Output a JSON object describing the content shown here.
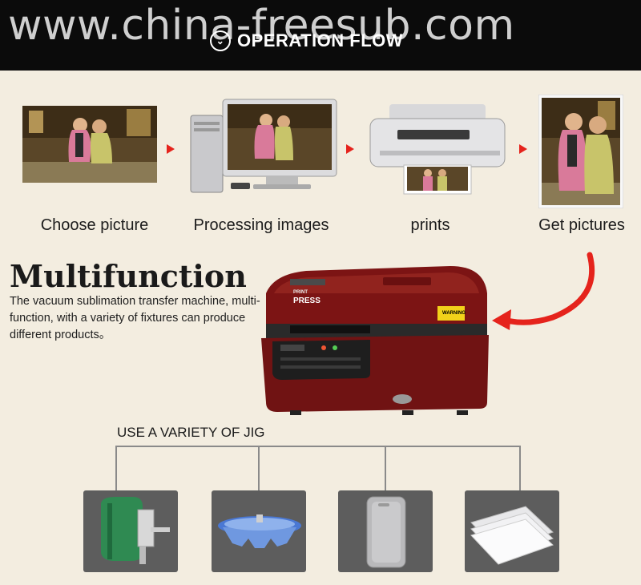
{
  "watermark": "www.china-freesub.com",
  "section_title": "OPERATION FLOW",
  "flow_steps": [
    {
      "label": "Choose picture"
    },
    {
      "label": "Processing images"
    },
    {
      "label": "prints"
    },
    {
      "label": "Get pictures"
    }
  ],
  "multifunction": {
    "title": "Multifunction",
    "description": "The vacuum sublimation transfer machine, multi-function, with a variety of fixtures can produce different products。"
  },
  "machine": {
    "brand_small": "PRINT",
    "brand": "PRESS",
    "warning_label": "WARNING"
  },
  "jig": {
    "title": "USE A VARIETY OF JIG"
  },
  "colors": {
    "arrow": "#e5231c",
    "machine": "#7c1414",
    "background": "#f3ede0"
  }
}
